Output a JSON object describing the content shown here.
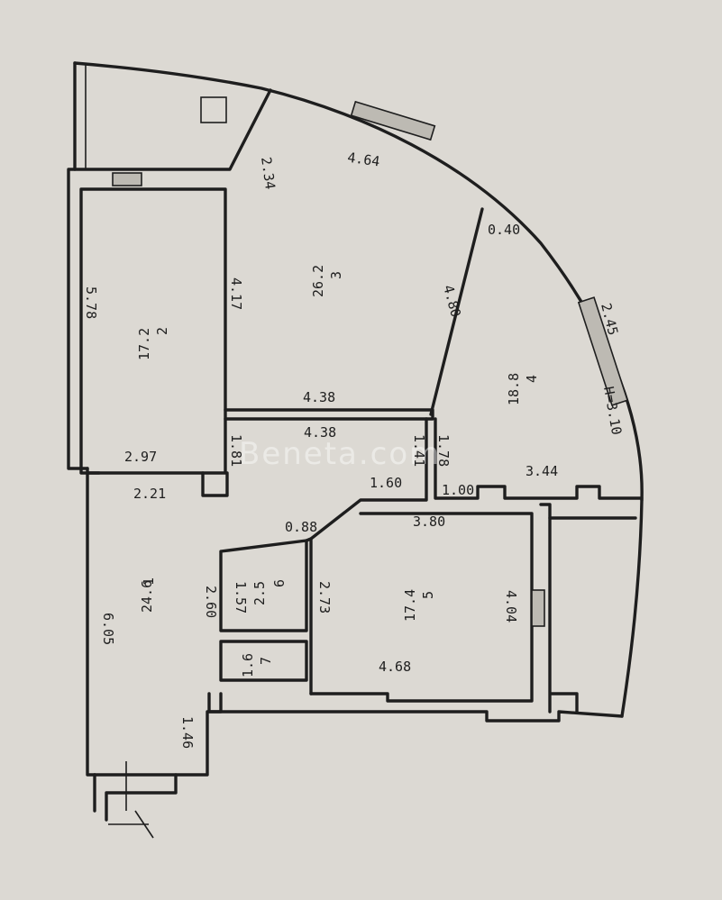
{
  "watermark": "Beneta.com",
  "rooms": [
    {
      "id": "1",
      "area": "24.6"
    },
    {
      "id": "2",
      "area": "17.2"
    },
    {
      "id": "3",
      "area": "26.2"
    },
    {
      "id": "4",
      "area": "18.8"
    },
    {
      "id": "5",
      "area": "17.4"
    },
    {
      "id": "6",
      "area": "2.5"
    },
    {
      "id": "7",
      "area": "1.6"
    }
  ],
  "dimensions": {
    "d_4_64": "4.64",
    "d_2_34": "2.34",
    "d_0_40": "0.40",
    "d_4_17": "4.17",
    "d_5_78": "5.78",
    "d_4_80": "4.80",
    "d_2_45": "2.45",
    "d_h_3_10": "H=3.10",
    "d_4_38_top": "4.38",
    "d_4_38_bottom": "4.38",
    "d_2_97": "2.97",
    "d_1_81": "1.81",
    "d_1_41": "1.41",
    "d_1_78": "1.78",
    "d_2_21": "2.21",
    "d_1_60": "1.60",
    "d_1_00": "1.00",
    "d_3_44": "3.44",
    "d_0_88": "0.88",
    "d_3_80": "3.80",
    "d_1_57": "1.57",
    "d_2_73": "2.73",
    "d_4_04": "4.04",
    "d_2_60": "2.60",
    "d_6_05": "6.05",
    "d_4_68": "4.68",
    "d_1_46": "1.46"
  }
}
